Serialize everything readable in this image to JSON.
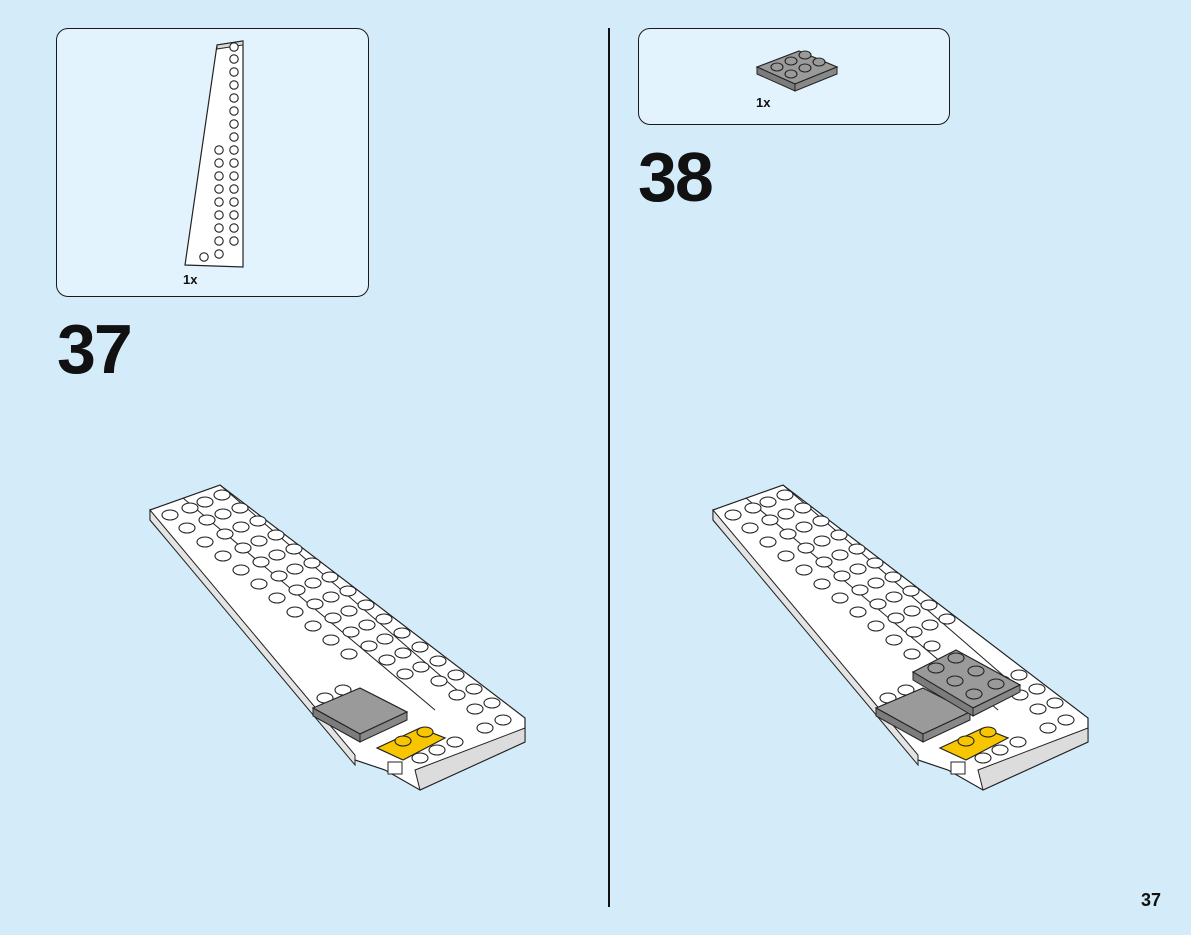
{
  "steps": [
    {
      "number": "37",
      "parts_quantity": "1x",
      "part_icon": "white-wedge-plate-icon"
    },
    {
      "number": "38",
      "parts_quantity": "1x",
      "part_icon": "grey-plate-2x3-icon"
    }
  ],
  "page_number": "37",
  "colors": {
    "background": "#d4ecfa",
    "parts_box": "#e3f3fd",
    "white_brick": "#ffffff",
    "grey_brick": "#9a9a9a",
    "yellow_brick": "#f7c600"
  }
}
